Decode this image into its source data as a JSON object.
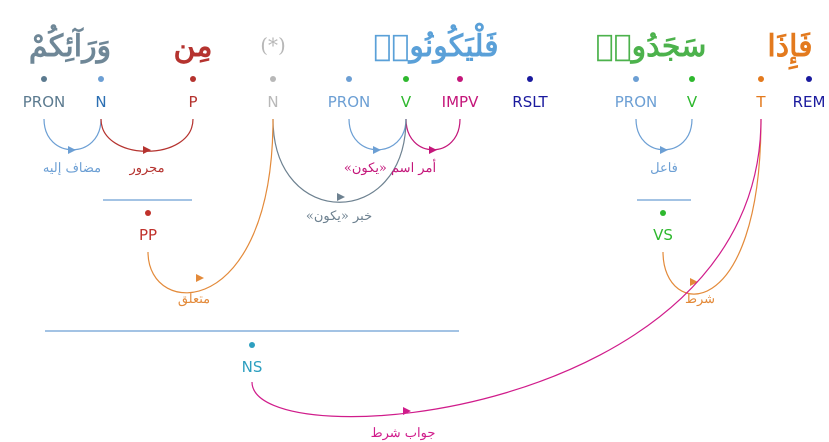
{
  "colors": {
    "pron": "#5b7a8f",
    "pron_light": "#6c9fd4",
    "noun": "#2b6fb3",
    "prep": "#b5332f",
    "hidden": "#b8b8b8",
    "verb": "#2eb82e",
    "impv": "#c4167a",
    "rslt": "#1a1a9e",
    "time": "#e37a1e",
    "rem": "#1a1a9e",
    "pp": "#c0312b",
    "pp_arc": "#e38a3a",
    "ns": "#2e9fc0",
    "cond": "#d01c8b",
    "vs": "#2eb82e",
    "gray_arc": "#6d8190"
  },
  "words": {
    "w1": "وَرَآئِكُمْ",
    "w2": "مِن",
    "w3": "(*)",
    "w4": "فَلْيَكُونُوا۟",
    "w5": "سَجَدُوا۟",
    "w6": "فَإِذَا"
  },
  "tags": {
    "pron1": "PRON",
    "n1": "N",
    "p1": "P",
    "n2": "N",
    "pron2": "PRON",
    "v1": "V",
    "impv": "IMPV",
    "rslt": "RSLT",
    "pron3": "PRON",
    "v2": "V",
    "t1": "T",
    "rem": "REM",
    "pp": "PP",
    "vs": "VS",
    "ns": "NS"
  },
  "relations": {
    "mudaf": "مضاف إليه",
    "majrur": "مجرور",
    "khabar": "خبر «يكون»",
    "ism": "أمر اسم «يكون»",
    "fail": "فاعل",
    "mutaalliq": "متعلق",
    "shart": "شرط",
    "jawab": "جواب شرط"
  }
}
